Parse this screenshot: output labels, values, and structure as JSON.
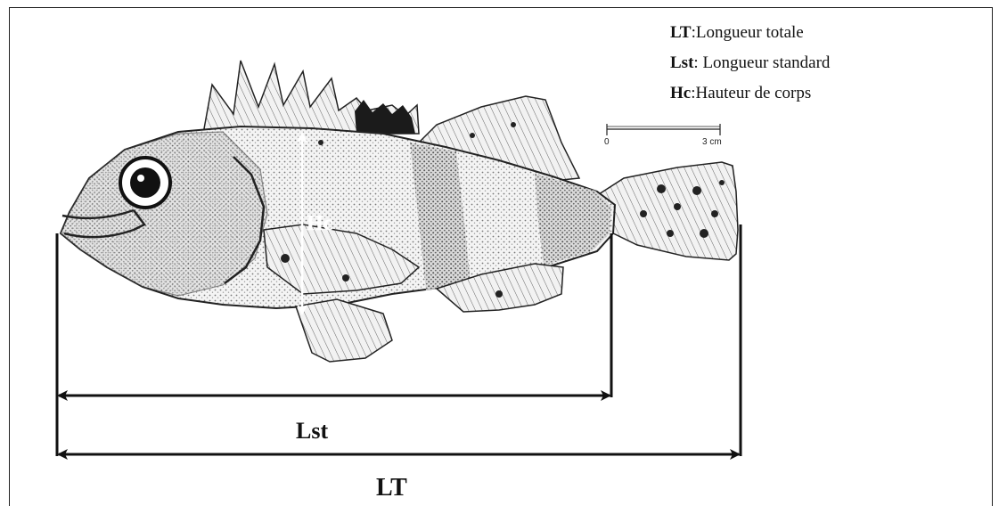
{
  "legend": [
    {
      "abbr": "LT",
      "sep": ":",
      "text": "Longueur totale"
    },
    {
      "abbr": "Lst",
      "sep": ": ",
      "text": "Longueur standard"
    },
    {
      "abbr": "Hc",
      "sep": ":",
      "text": "Hauteur de corps"
    }
  ],
  "scale_bar": {
    "start": "0",
    "end": "3 cm"
  },
  "measures": {
    "hc": "Hc",
    "lst": "Lst",
    "lt": "LT"
  }
}
